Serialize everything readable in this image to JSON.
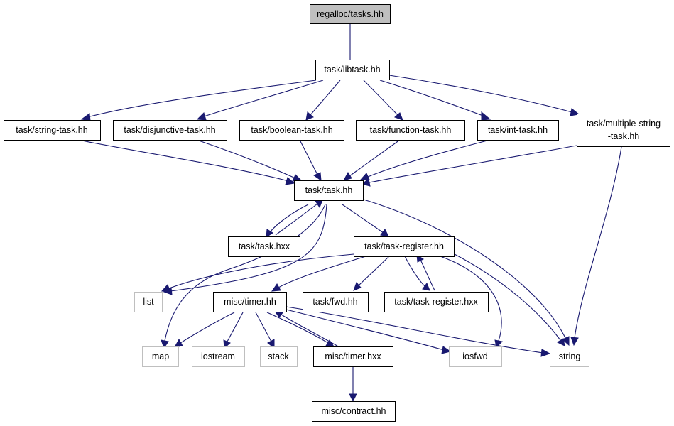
{
  "nodes": {
    "regalloc_tasks": "regalloc/tasks.hh",
    "libtask": "task/libtask.hh",
    "string_task": "task/string-task.hh",
    "disjunctive_task": "task/disjunctive-task.hh",
    "boolean_task": "task/boolean-task.hh",
    "function_task": "task/function-task.hh",
    "int_task": "task/int-task.hh",
    "multiple_string_task_line1": "task/multiple-string",
    "multiple_string_task_line2": "-task.hh",
    "task_hh": "task/task.hh",
    "task_hxx": "task/task.hxx",
    "task_register": "task/task-register.hh",
    "list": "list",
    "timer_hh": "misc/timer.hh",
    "fwd_hh": "task/fwd.hh",
    "task_register_hxx": "task/task-register.hxx",
    "map": "map",
    "iostream": "iostream",
    "stack": "stack",
    "timer_hxx": "misc/timer.hxx",
    "iosfwd": "iosfwd",
    "string": "string",
    "contract": "misc/contract.hh"
  },
  "colors": {
    "edge": "#191970",
    "root_fill": "#bfbfbf",
    "node_border": "#000000",
    "external_border": "#bfbfbf"
  }
}
